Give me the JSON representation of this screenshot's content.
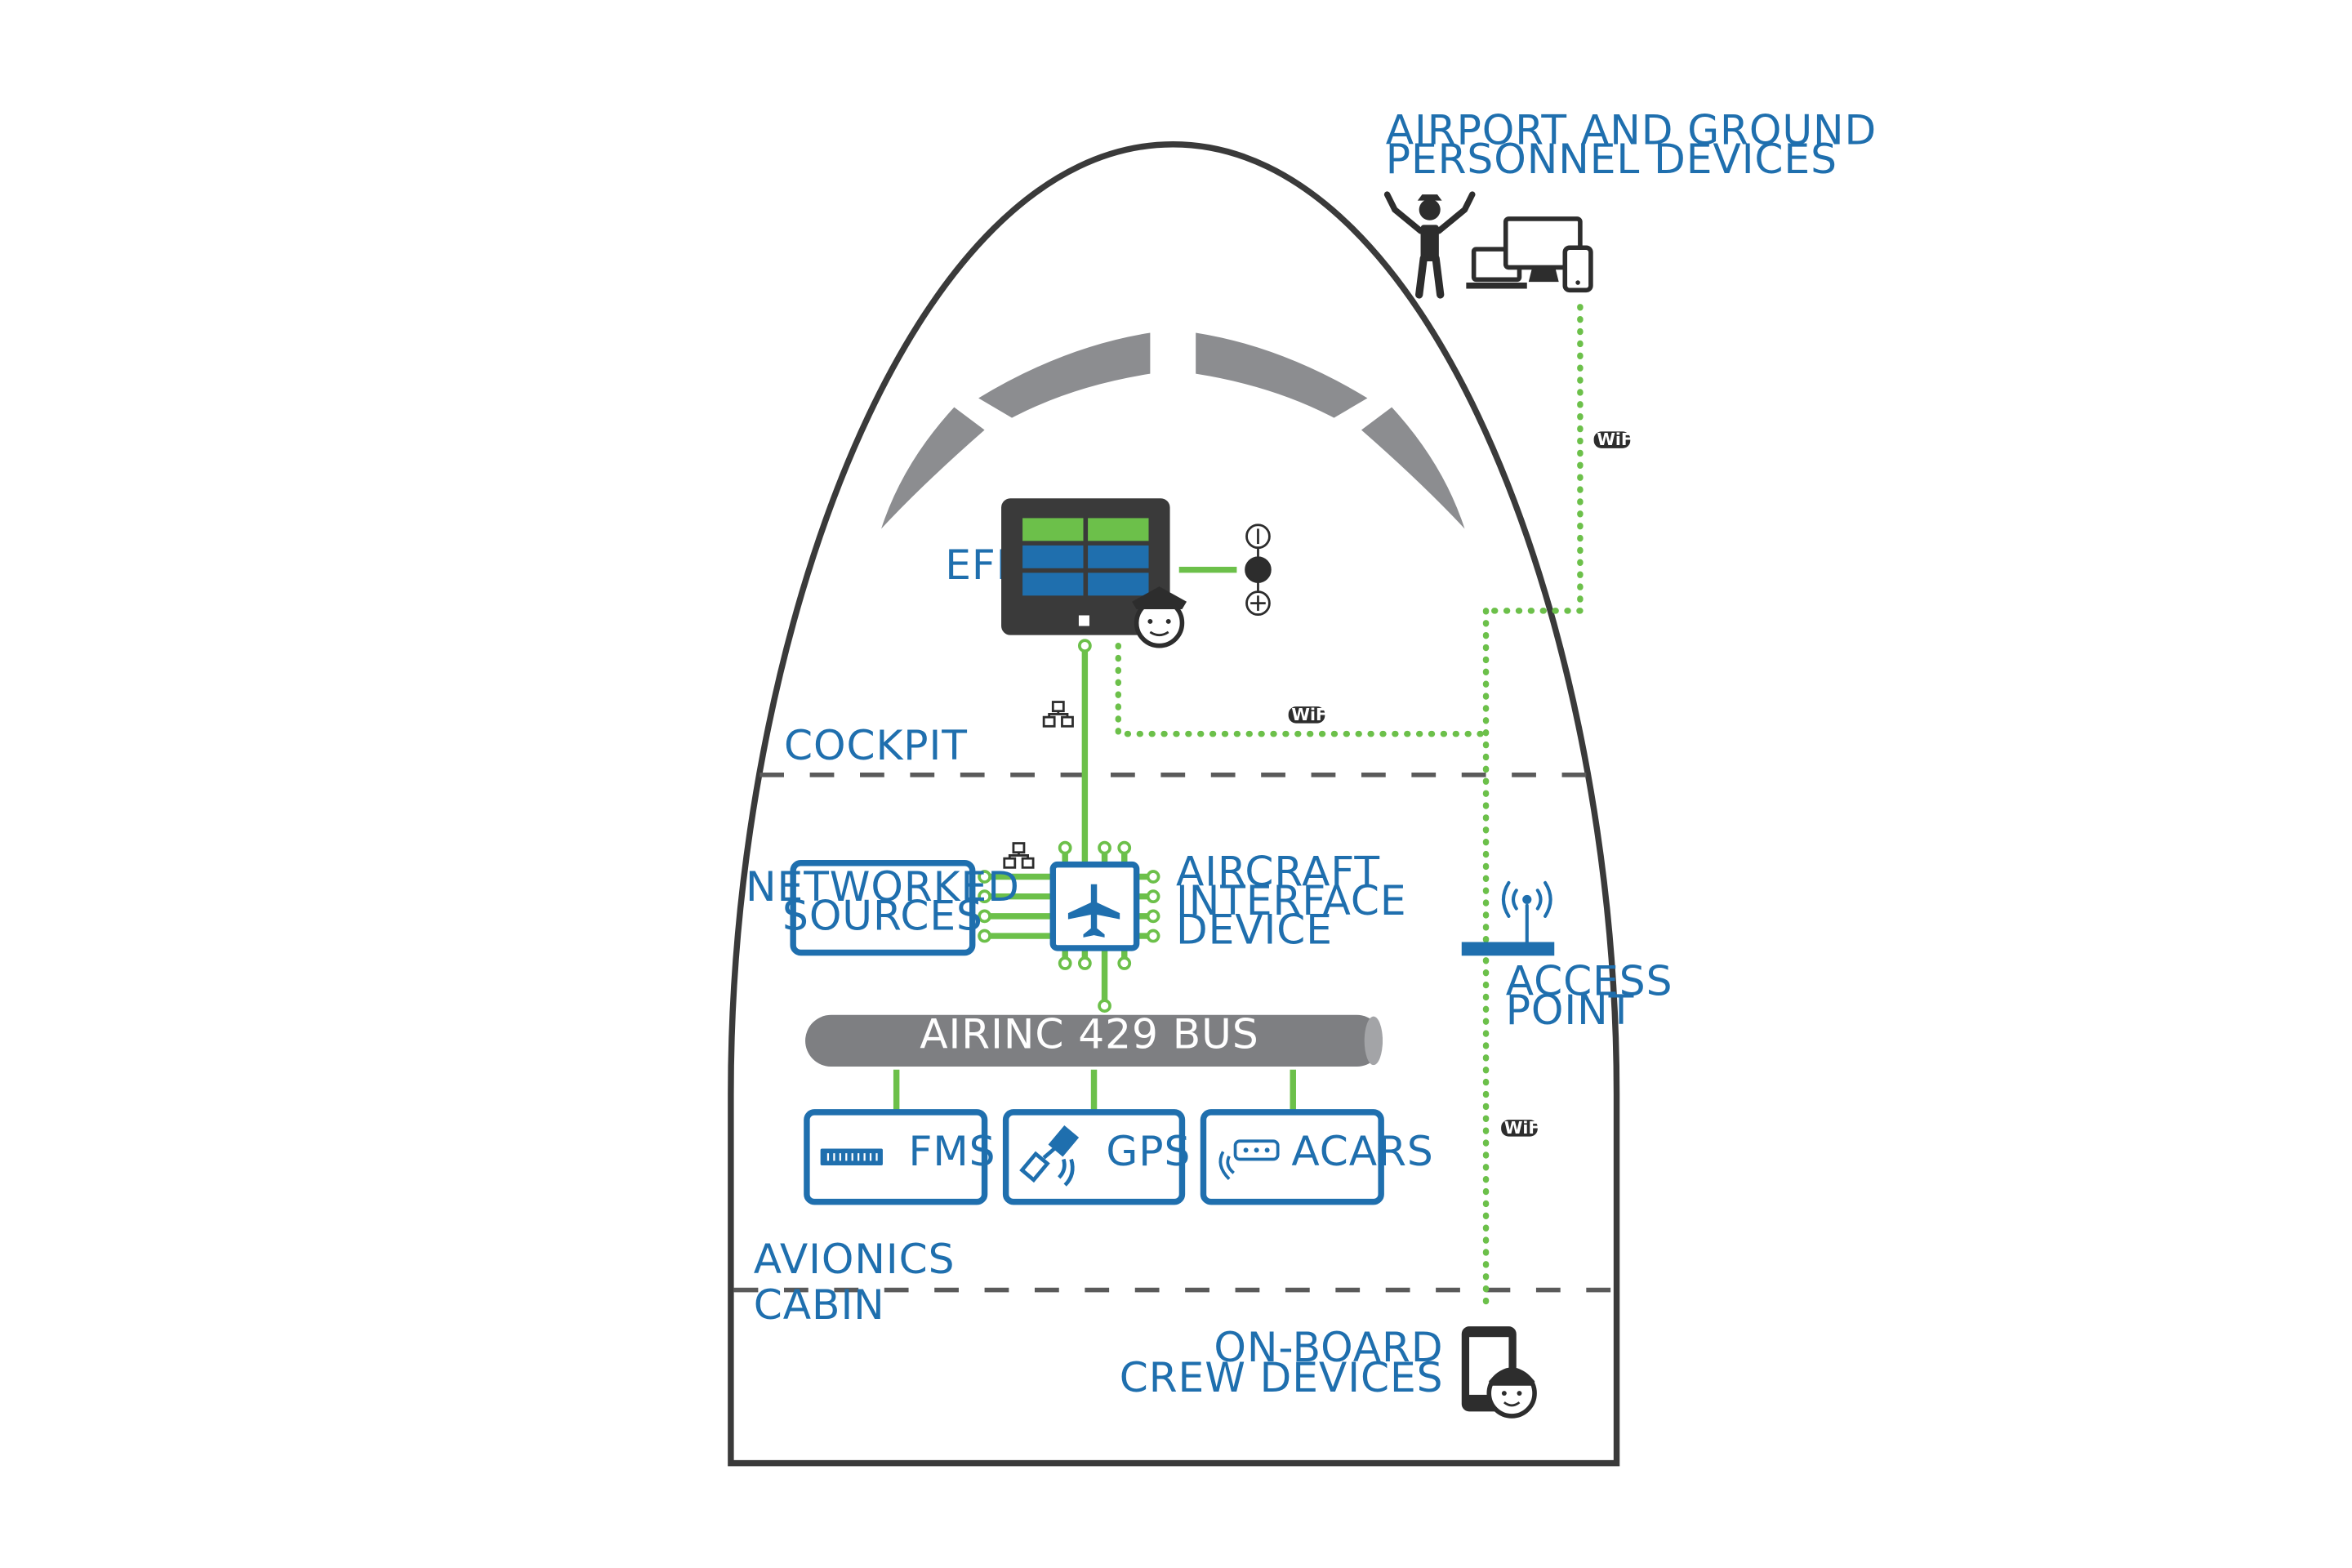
{
  "labels": {
    "airport_devices_line1": "AIRPORT AND GROUND",
    "airport_devices_line2": "PERSONNEL DEVICES",
    "efb": "EFB",
    "cockpit": "COCKPIT",
    "networked_sources_line1": "NETWORKED",
    "networked_sources_line2": "SOURCES",
    "aid_line1": "AIRCRAFT",
    "aid_line2": "INTERFACE",
    "aid_line3": "DEVICE",
    "access_point_line1": "ACCESS",
    "access_point_line2": "POINT",
    "bus": "AIRINC 429 BUS",
    "fms": "FMS",
    "gps": "GPS",
    "acars": "ACARS",
    "avionics": "AVIONICS",
    "cabin": "CABIN",
    "crew_devices_line1": "ON-BOARD",
    "crew_devices_line2": "CREW DEVICES",
    "wifi_badge": "WiFi"
  },
  "colors": {
    "blue": "#1f6fae",
    "green": "#6cc04a",
    "gray": "#8c8d90",
    "dark": "#3a3a3a"
  },
  "icons": [
    "ground-crew-icon",
    "laptop-icon",
    "monitor-icon",
    "phone-icon",
    "tablet-icon",
    "pilot-icon",
    "network-icon",
    "airplane-icon",
    "antenna-icon",
    "fms-unit-icon",
    "satellite-icon",
    "acars-icon",
    "crew-member-icon",
    "wifi-icon",
    "connector-icon"
  ]
}
